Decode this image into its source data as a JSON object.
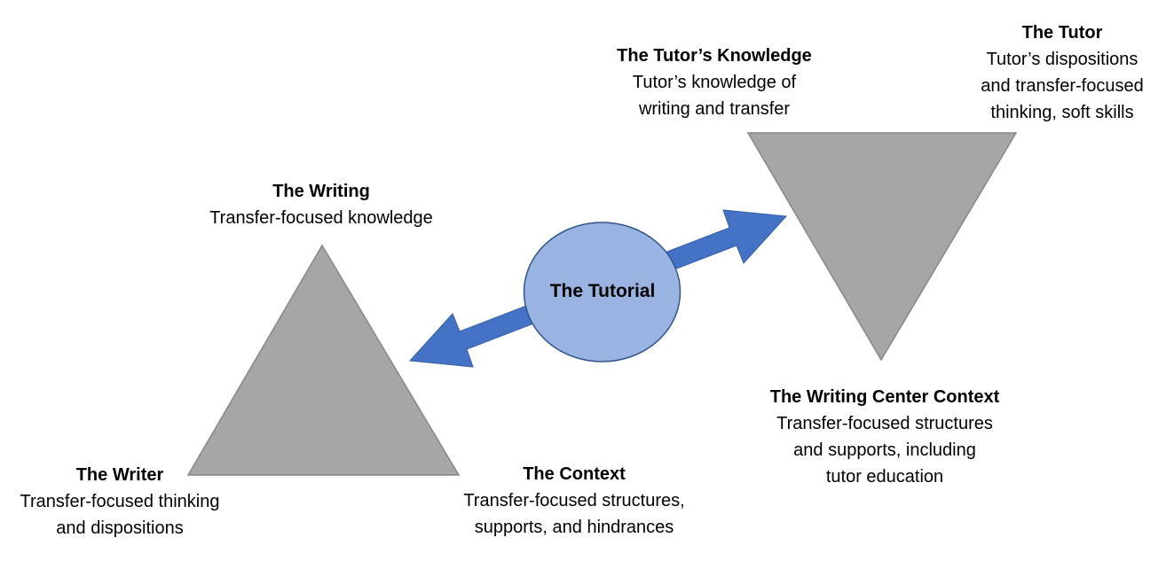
{
  "figure": {
    "background": "#ffffff",
    "description": "Transfer-focused tutoring model diagram"
  },
  "colors": {
    "triangle_fill": "#A6A6A6",
    "triangle_stroke": "#878787",
    "arrow_fill": "#4472C4",
    "arrow_stroke": "#355CA8",
    "hub_fill": "#9AB4E1",
    "hub_stroke": "#31538F",
    "text": "#000000"
  },
  "hub": {
    "title": "The Tutorial"
  },
  "labels": {
    "writing": {
      "title": "The Writing",
      "lines": [
        "Transfer-focused knowledge"
      ]
    },
    "writer": {
      "title": "The Writer",
      "lines": [
        "Transfer-focused thinking",
        "and dispositions"
      ]
    },
    "context": {
      "title": "The Context",
      "lines": [
        "Transfer-focused structures,",
        "supports, and hindrances"
      ]
    },
    "tutors_knowledge": {
      "title": "The Tutor’s Knowledge",
      "lines": [
        "Tutor’s knowledge of",
        "writing and transfer"
      ]
    },
    "tutor": {
      "title": "The Tutor",
      "lines": [
        "Tutor’s dispositions",
        "and transfer-focused",
        "thinking, soft skills"
      ]
    },
    "writing_center_context": {
      "title": "The Writing Center Context",
      "lines": [
        "Transfer-focused structures",
        "and supports, including",
        "tutor education"
      ]
    }
  }
}
